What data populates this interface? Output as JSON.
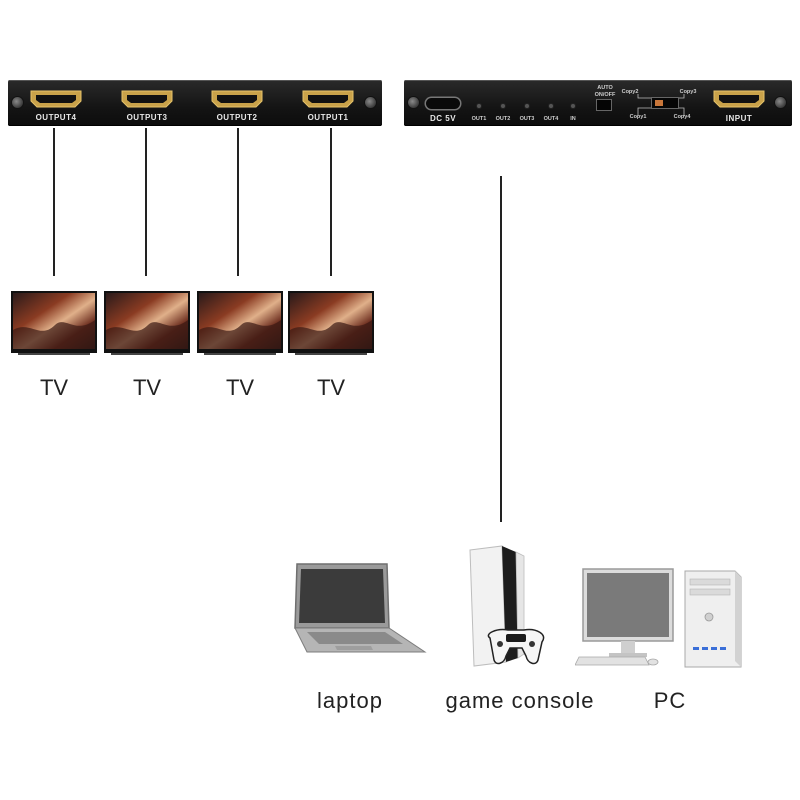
{
  "output_panel": {
    "ports": [
      "OUTPUT4",
      "OUTPUT3",
      "OUTPUT2",
      "OUTPUT1"
    ]
  },
  "input_panel": {
    "power_label": "DC 5V",
    "leds": [
      "OUT1",
      "OUT2",
      "OUT3",
      "OUT4",
      "IN"
    ],
    "switch_label": "AUTO ON/OFF",
    "copy_labels": [
      "Copy2",
      "Copy3",
      "Copy1",
      "Copy4"
    ],
    "input_label": "INPUT"
  },
  "tvs": [
    "TV",
    "TV",
    "TV",
    "TV"
  ],
  "sources": [
    "laptop",
    "game console",
    "PC"
  ],
  "colors": {
    "panel": "#141414",
    "hdmi_gold": "#c9a24a",
    "line": "#222222"
  }
}
